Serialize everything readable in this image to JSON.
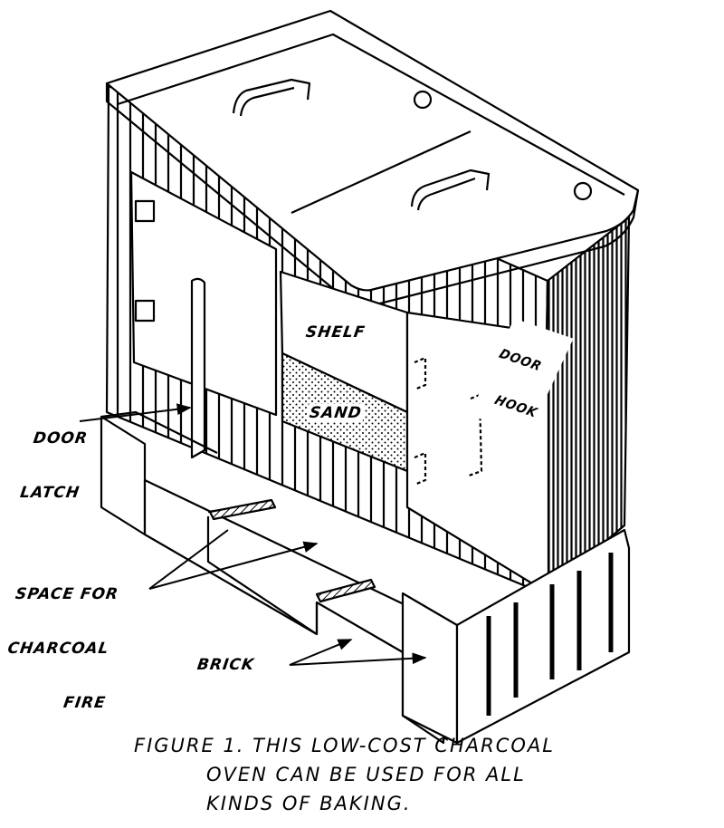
{
  "figure": {
    "title": "Charcoal oven line drawing",
    "labels": {
      "door_latch_line1": "DOOR",
      "door_latch_line2": "LATCH",
      "shelf": "SHELF",
      "sand": "SAND",
      "door_hook_line1": "DOOR",
      "door_hook_line2": "HOOK",
      "charcoal_line1": "SPACE FOR",
      "charcoal_line2": "CHARCOAL",
      "charcoal_line3": "FIRE",
      "brick": "BRICK"
    },
    "caption": {
      "line1": "FIGURE 1. THIS LOW-COST CHARCOAL",
      "line2": "OVEN CAN BE USED FOR ALL",
      "line3": "KINDS OF BAKING."
    },
    "colors": {
      "ink": "#000000",
      "paper": "#ffffff"
    }
  }
}
